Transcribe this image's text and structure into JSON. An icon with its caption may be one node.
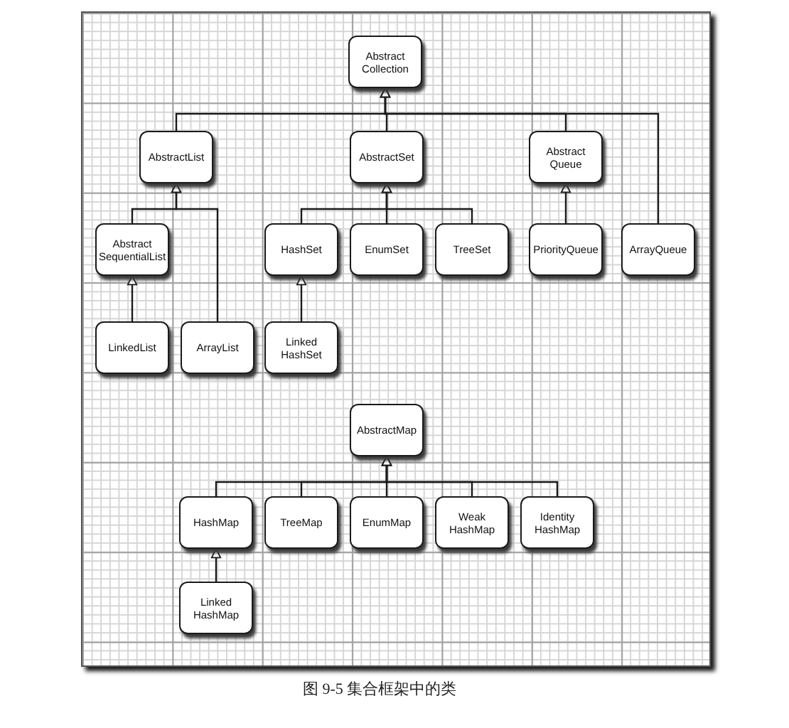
{
  "diagram": {
    "caption": "图 9-5 集合框架中的类",
    "nodes": [
      {
        "text": [
          "Abstract Collection"
        ]
      },
      {
        "text": [
          "AbstractList"
        ]
      },
      {
        "text": [
          "AbstractSet"
        ]
      },
      {
        "text": [
          "Abstract Queue"
        ]
      },
      {
        "text": [
          "Abstract SequentialList"
        ]
      },
      {
        "text": [
          "HashSet"
        ]
      },
      {
        "text": [
          "EnumSet"
        ]
      },
      {
        "text": [
          "TreeSet"
        ]
      },
      {
        "text": [
          "PriorityQueue"
        ]
      },
      {
        "text": [
          "ArrayQueue"
        ]
      },
      {
        "text": [
          "LinkedList"
        ]
      },
      {
        "text": [
          "ArrayList"
        ]
      },
      {
        "text": [
          "Linked HashSet"
        ]
      },
      {
        "text": [
          "AbstractMap"
        ]
      },
      {
        "text": [
          "HashMap"
        ]
      },
      {
        "text": [
          "TreeMap"
        ]
      },
      {
        "text": [
          "EnumMap"
        ]
      },
      {
        "text": [
          "Weak HashMap"
        ]
      },
      {
        "text": [
          "Identity HashMap"
        ]
      },
      {
        "text": [
          "Linked HashMap"
        ]
      }
    ],
    "edges": [
      {
        "from": 1,
        "to": 0,
        "arrow": "to"
      },
      {
        "from": 2,
        "to": 0,
        "arrow": "to"
      },
      {
        "from": 3,
        "to": 0,
        "arrow": "to"
      },
      {
        "from": 9,
        "to": 0,
        "arrow": "to"
      },
      {
        "from": 4,
        "to": 1,
        "arrow": "to"
      },
      {
        "from": 11,
        "to": 1,
        "arrow": "to"
      },
      {
        "from": 10,
        "to": 4,
        "arrow": "to"
      },
      {
        "from": 5,
        "to": 2,
        "arrow": "to"
      },
      {
        "from": 6,
        "to": 2,
        "arrow": "to"
      },
      {
        "from": 7,
        "to": 2,
        "arrow": "to"
      },
      {
        "from": 12,
        "to": 5,
        "arrow": "to"
      },
      {
        "from": 8,
        "to": 3,
        "arrow": "to"
      },
      {
        "from": 14,
        "to": 13,
        "arrow": "to"
      },
      {
        "from": 15,
        "to": 13,
        "arrow": "to"
      },
      {
        "from": 16,
        "to": 13,
        "arrow": "to"
      },
      {
        "from": 17,
        "to": 13,
        "arrow": "to"
      },
      {
        "from": 18,
        "to": 13,
        "arrow": "to"
      },
      {
        "from": 19,
        "to": 14,
        "arrow": "to"
      }
    ]
  }
}
